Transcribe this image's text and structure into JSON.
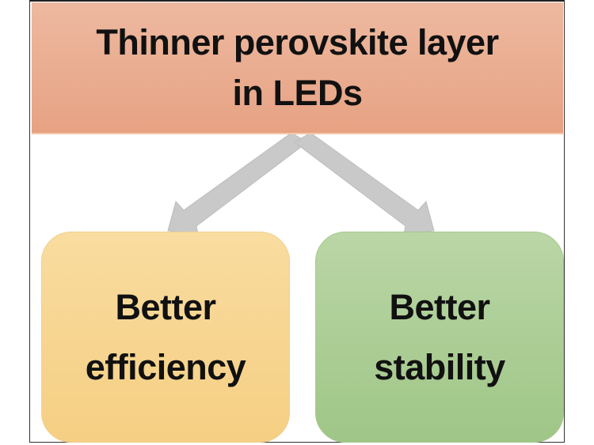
{
  "diagram": {
    "root": {
      "line1": "Thinner perovskite layer",
      "line2": "in LEDs"
    },
    "children": [
      {
        "line1": "Better",
        "line2": "efficiency"
      },
      {
        "line1": "Better",
        "line2": "stability"
      }
    ]
  },
  "colors": {
    "root": "#e9a98b",
    "left": "#f7d591",
    "right": "#aecd97",
    "arrow": "#c8c8c8"
  }
}
